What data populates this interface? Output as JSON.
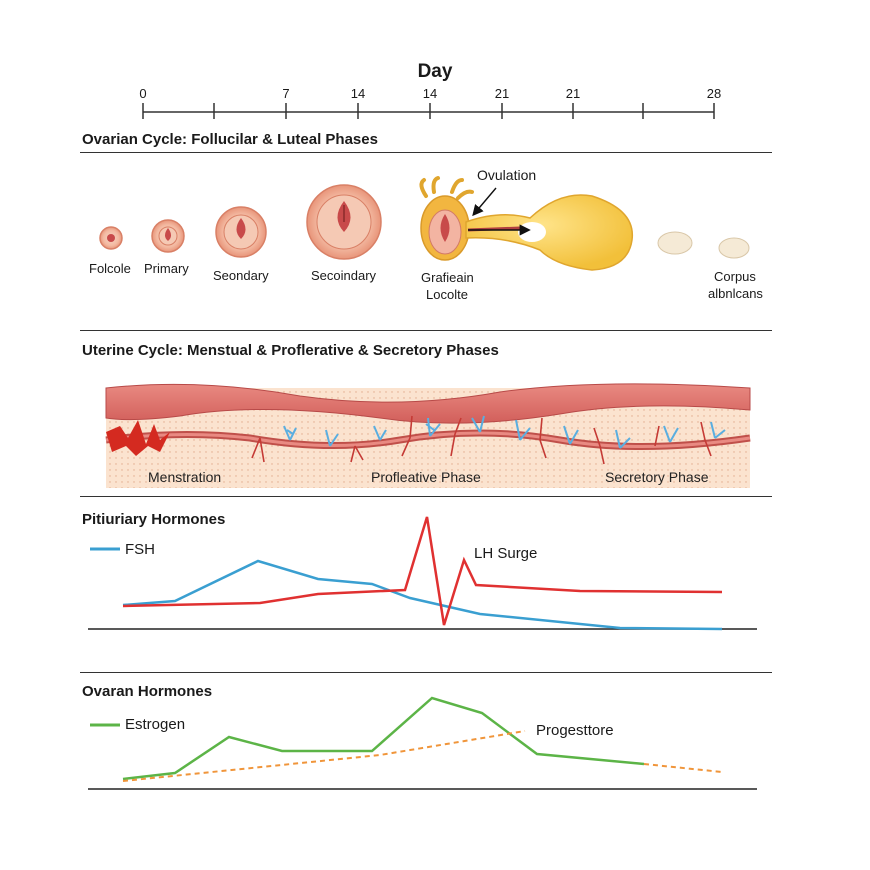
{
  "timeline": {
    "title": "Day",
    "ticks": [
      "0",
      "7",
      "14",
      "14",
      "21",
      "21",
      "28"
    ]
  },
  "ovarian": {
    "title": "Ovarian Cycle: Follucilar & Luteal Phases",
    "stages": [
      "Folcole",
      "Primary",
      "Seondary",
      "Secoindary"
    ],
    "graafian_line1": "Grafieain",
    "graafian_line2": "Locolte",
    "ovulation": "Ovulation",
    "corpus_line1": "Corpus",
    "corpus_line2": "albnlcans"
  },
  "uterine": {
    "title": "Uterine Cycle: Menstual & Proflerative & Secretory Phases",
    "phases": [
      "Menstration",
      "Profleative Phase",
      "Secretory Phase"
    ]
  },
  "pituitary": {
    "title": "Pitiuriary Hormones",
    "fsh_label": "FSH",
    "lh_label": "LH Surge",
    "fsh_color": "#3a9fd1",
    "lh_color": "#e03131"
  },
  "ovarian_hormones": {
    "title": "Ovaran Hormones",
    "estrogen_label": "Estrogen",
    "progesterone_label": "Progesttore",
    "estrogen_color": "#5cb447",
    "progesterone_color": "#f0953a"
  }
}
